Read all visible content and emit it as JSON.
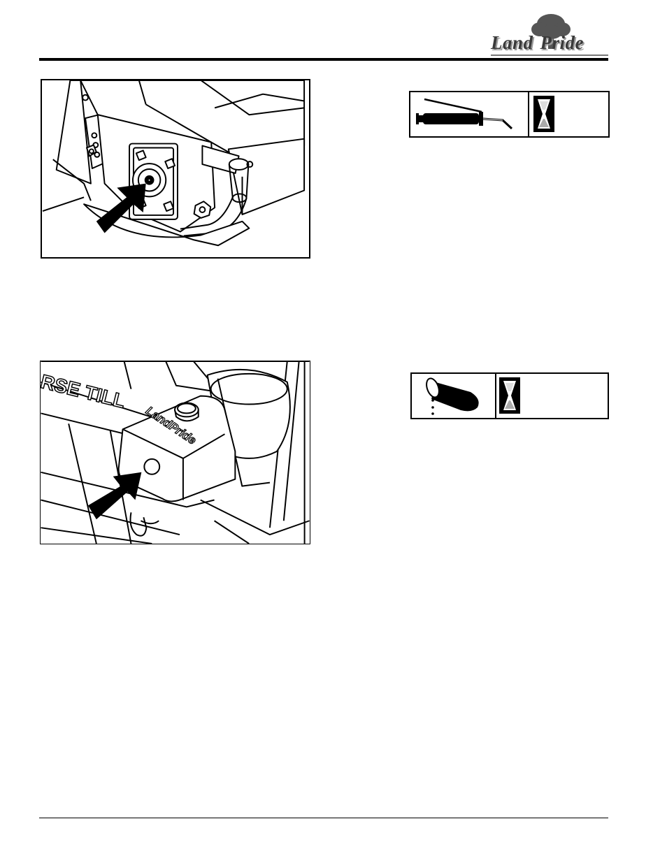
{
  "header": {
    "brand": {
      "name": "LandPride",
      "left_text": "Land",
      "right_text": "Pride",
      "colors": {
        "tree": "#555555",
        "text": "#3a3a3a",
        "shadow": "#9a9a9a"
      }
    }
  },
  "figures": [
    {
      "id": "fig-gearbox-fitting",
      "illustration": "gearbox-grease-fitting",
      "arrow_icon": "arrow-icon"
    },
    {
      "id": "fig-gearbox-oil-plug",
      "illustration": "gearbox-oil-check-plug",
      "embossed_text": {
        "side": "RSE TILL",
        "cover": "LandPride"
      },
      "arrow_icon": "arrow-icon"
    }
  ],
  "lube_icons": [
    {
      "id": "grease-interval",
      "primary_icon": "grease-gun-icon",
      "secondary_icon": "hourglass-icon"
    },
    {
      "id": "oil-interval",
      "primary_icon": "oil-can-icon",
      "secondary_icon": "hourglass-icon"
    }
  ]
}
